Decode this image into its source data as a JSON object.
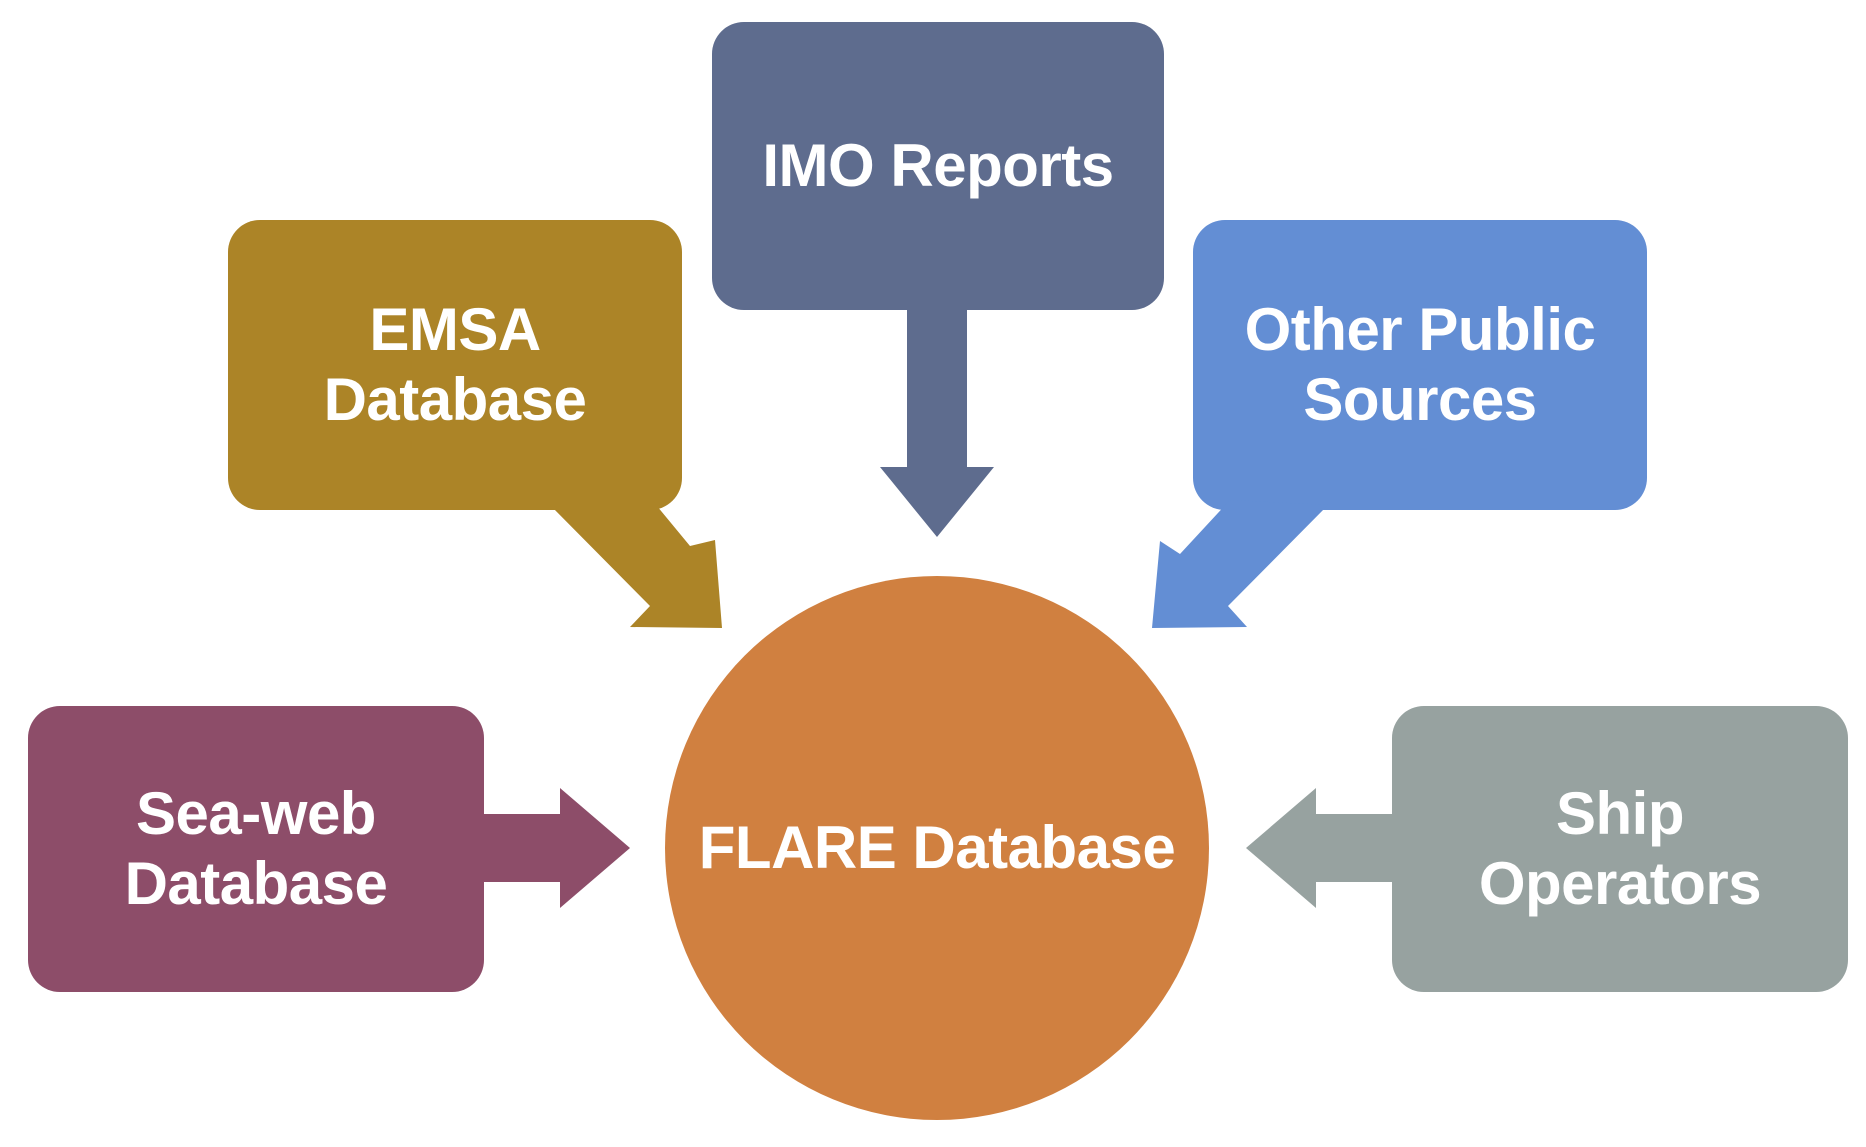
{
  "center": {
    "label": "FLARE Database",
    "color": "#D08040"
  },
  "sources": [
    {
      "id": "imo",
      "label": "IMO Reports",
      "color": "#5E6C8E"
    },
    {
      "id": "emsa",
      "label": "EMSA\nDatabase",
      "color": "#AC8427"
    },
    {
      "id": "other",
      "label": "Other Public\nSources",
      "color": "#638ED4"
    },
    {
      "id": "seaweb",
      "label": "Sea-web\nDatabase",
      "color": "#8D4D69"
    },
    {
      "id": "shipops",
      "label": "Ship\nOperators",
      "color": "#97A2A0"
    }
  ]
}
